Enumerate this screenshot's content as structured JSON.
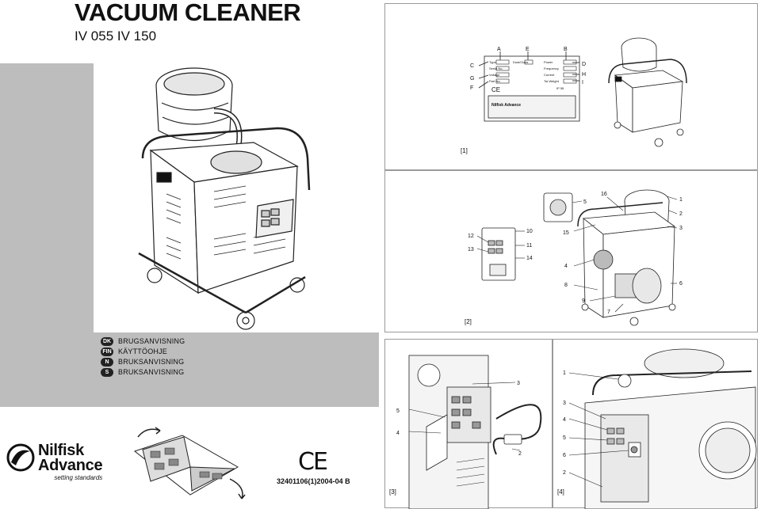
{
  "header": {
    "title": "VACUUM CLEANER",
    "subtitle": "IV 055 IV 150"
  },
  "languages": [
    {
      "code": "DK",
      "label": "BRUGSANVISNING"
    },
    {
      "code": "FIN",
      "label": "KÄYTTÖOHJE"
    },
    {
      "code": "N",
      "label": "BRUKSANVISNING"
    },
    {
      "code": "S",
      "label": "BRUKSANVISNING"
    }
  ],
  "brand": {
    "name_line1": "Nilfisk",
    "name_line2": "Advance",
    "tagline": "setting standards"
  },
  "doc_number": "32401106(1)2004-04 B",
  "ce": "CE",
  "figure1": {
    "label": "[1]",
    "letters": [
      "A",
      "E",
      "B",
      "C",
      "D",
      "G",
      "H",
      "F",
      "I"
    ],
    "plate": {
      "type": "Type",
      "dustclass": "Dust/Class",
      "power": "Power",
      "serial": "Serial No.",
      "frequency": "Frequency",
      "voltage": "Voltage",
      "current": "Current",
      "part": "Part No.",
      "weight": "Tot.Weight",
      "ip": "IP 55",
      "brand": "Nilfisk Advance"
    }
  },
  "figure2": {
    "label": "[2]",
    "callouts": [
      "5",
      "16",
      "1",
      "2",
      "3",
      "12",
      "10",
      "15",
      "13",
      "11",
      "14",
      "4",
      "8",
      "6",
      "9",
      "7"
    ]
  },
  "figure3": {
    "label": "[3]",
    "callouts": [
      "3",
      "5",
      "4",
      "2"
    ]
  },
  "figure4": {
    "label": "[4]",
    "callouts": [
      "1",
      "3",
      "4",
      "5",
      "6",
      "2"
    ]
  }
}
